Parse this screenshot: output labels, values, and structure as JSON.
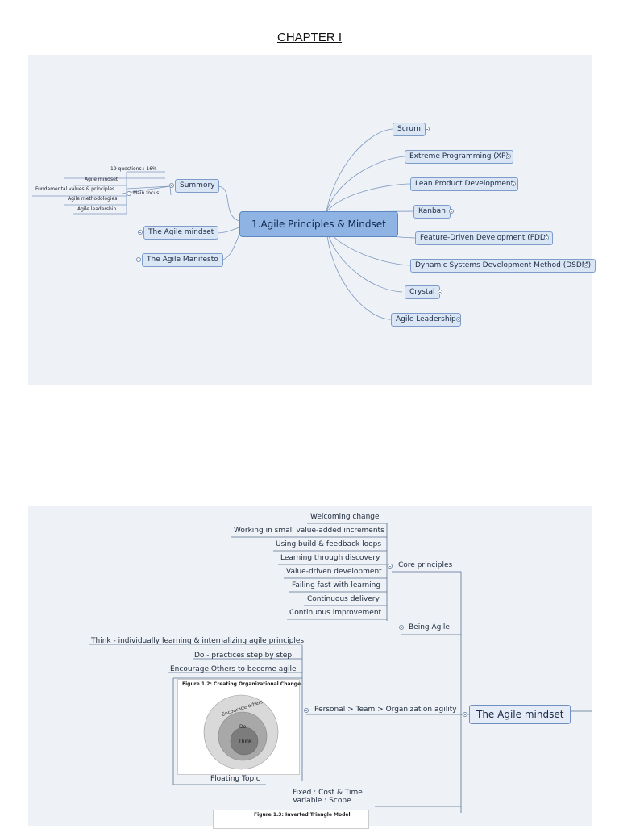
{
  "chapter_title": "CHAPTER I",
  "map1": {
    "center": "1.Agile Principles & Mindset",
    "right_nodes": [
      "Scrum",
      "Extreme Programming (XP)",
      "Lean Product Development",
      "Kanban",
      "Feature-Driven Development (FDD)",
      "Dynamic Systems Development Method (DSDM)",
      "Crystal",
      "Agile Leadership"
    ],
    "left_nodes": {
      "summary": "Summory",
      "agile_mindset": "The Agile mindset",
      "agile_manifesto": "The Agile Manifesto"
    },
    "summary_children": {
      "questions": "19 questions : 16%",
      "main_focus": "Main focus",
      "focus_items": [
        "Agile mindset",
        "Fundamental values & principles",
        "Agile methodologies",
        "Agile leadership"
      ]
    }
  },
  "map2": {
    "center": "The Agile mindset",
    "core_principles_label": "Core principles",
    "core_principles": [
      "Welcoming change",
      "Working in small value-added increments",
      "Using build & feedback loops",
      "Learning through discovery",
      "Value-driven development",
      "Failing fast with learning",
      "Continuous delivery",
      "Continuous improvement"
    ],
    "being_agile": "Being Agile",
    "agility_label": "Personal > Team > Organization agility",
    "agility_items": [
      "Think - individually learning & internalizing agile principles",
      "Do - practices step by step",
      "Encourage Others to become agile"
    ],
    "figure_1_2_title": "Figure 1.2: Creating Organizational Change",
    "figure_1_2_rings": [
      "Encourage others",
      "Do",
      "Think"
    ],
    "floating_topic": "Floating Topic",
    "triangle_label_1": "Fixed : Cost & Time",
    "triangle_label_2": "Variable : Scope",
    "figure_1_3_title": "Figure 1.3: Inverted Triangle Model"
  }
}
